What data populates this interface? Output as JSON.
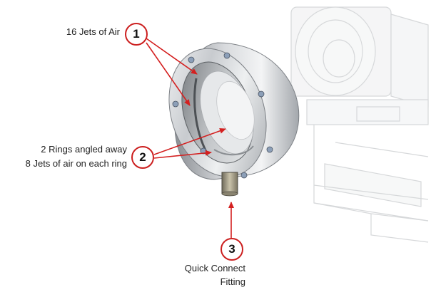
{
  "callouts": [
    {
      "number": "1",
      "text_lines": [
        "16 Jets of Air"
      ]
    },
    {
      "number": "2",
      "text_lines": [
        "2 Rings angled away",
        "8 Jets of air on each ring"
      ]
    },
    {
      "number": "3",
      "text_lines": [
        "Quick Connect",
        "Fitting"
      ]
    }
  ],
  "colors": {
    "callout_border": "#cc1f1f",
    "arrow": "#d42020",
    "ring_metal": "#b9bcc0",
    "ghost_outline": "#d2d4d6"
  }
}
